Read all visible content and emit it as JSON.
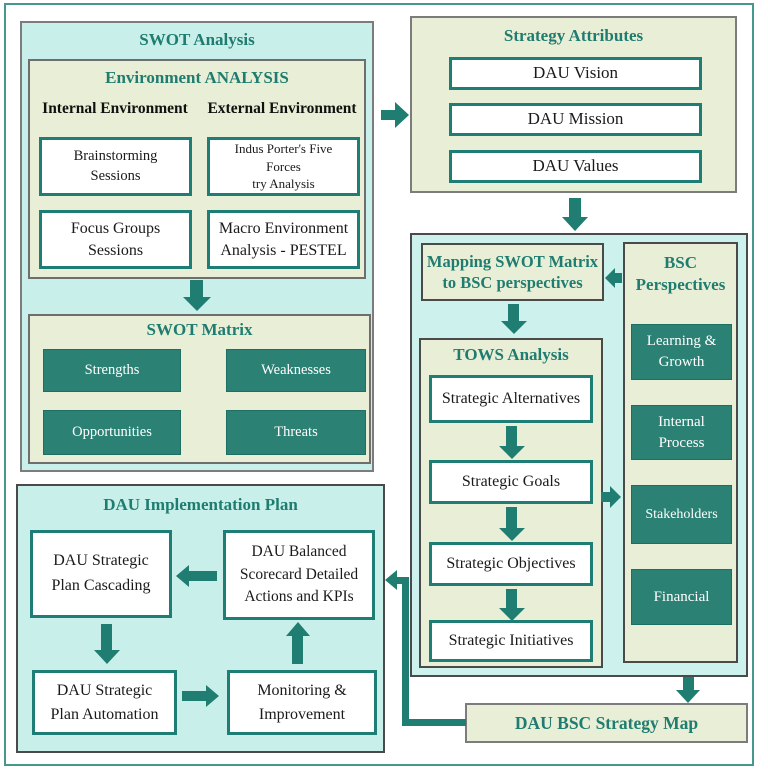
{
  "colors": {
    "accent_teal": "#1F7C70",
    "teal_fill": "#2A8174",
    "cyan_bg": "#C9EFEA",
    "green_bg": "#E9EFD6",
    "gray_border": "#7C7C7C",
    "dark_border": "#4A4A4A",
    "white": "#FFFFFF"
  },
  "swot": {
    "title": "SWOT Analysis",
    "environment": {
      "title": "Environment ANALYSIS",
      "internal_header": "Internal Environment",
      "external_header": "External Environment",
      "boxes": [
        "Brainstorming\nSessions",
        "Indus Porter's Five\nForces\ntry Analysis",
        "Focus Groups\nSessions",
        "Macro Environment\nAnalysis - PESTEL"
      ]
    },
    "matrix": {
      "title": "SWOT Matrix",
      "cells": [
        "Strengths",
        "Weaknesses",
        "Opportunities",
        "Threats"
      ]
    }
  },
  "strategy_attributes": {
    "title": "Strategy Attributes",
    "items": [
      "DAU Vision",
      "DAU Mission",
      "DAU Values"
    ]
  },
  "mapping": {
    "title": "Mapping SWOT Matrix\nto BSC perspectives"
  },
  "tows": {
    "title": "TOWS Analysis",
    "steps": [
      "Strategic Alternatives",
      "Strategic Goals",
      "Strategic Objectives",
      "Strategic Initiatives"
    ]
  },
  "bsc": {
    "title": "BSC\nPerspectives",
    "items": [
      "Learning &\nGrowth",
      "Internal\nProcess",
      "Stakeholders",
      "Financial"
    ]
  },
  "strategy_map": {
    "title": "DAU BSC Strategy Map"
  },
  "implementation": {
    "title": "DAU Implementation Plan",
    "boxes": [
      "DAU Strategic\nPlan Cascading",
      "DAU Balanced\nScorecard Detailed\nActions and KPIs",
      "DAU Strategic\nPlan Automation",
      "Monitoring &\nImprovement"
    ]
  }
}
